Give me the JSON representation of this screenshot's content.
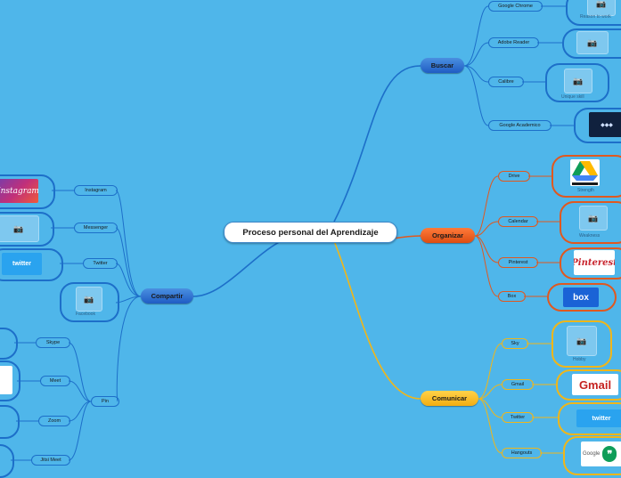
{
  "central": "Proceso personal del Aprendizaje",
  "colors": {
    "background": "#4fb6ea",
    "blue": "#1d6fc9",
    "orange": "#e0581f",
    "yellow": "#f0b619"
  },
  "branches": {
    "buscar": {
      "label": "Buscar",
      "items": [
        {
          "label": "Google Chrome",
          "caption": "Reason to work"
        },
        {
          "label": "Adobe Reader",
          "caption": ""
        },
        {
          "label": "Calibre",
          "caption": "Unique skill"
        },
        {
          "label": "Google Academico",
          "caption": ""
        }
      ]
    },
    "organizar": {
      "label": "Organizar",
      "items": [
        {
          "label": "Drive",
          "caption": "Strength",
          "logo_text": "Google Drive"
        },
        {
          "label": "Calendar",
          "caption": "Weakness"
        },
        {
          "label": "Pinterest",
          "caption": "",
          "logo_text": "Pinterest"
        },
        {
          "label": "Box",
          "caption": "",
          "logo_text": "box"
        }
      ]
    },
    "comunicar": {
      "label": "Comunicar",
      "items": [
        {
          "label": "Sky",
          "caption": "Hobby"
        },
        {
          "label": "Gmail",
          "caption": "",
          "logo_text": "Gmail"
        },
        {
          "label": "Twitter",
          "caption": "",
          "logo_text": "twitter"
        },
        {
          "label": "Hangouts",
          "caption": "",
          "logo_text": "Google"
        }
      ]
    },
    "compartir": {
      "label": "Compartir",
      "items": [
        {
          "label": "Instagram",
          "caption": "",
          "logo_text": "Instagram"
        },
        {
          "label": "Messenger",
          "caption": ""
        },
        {
          "label": "Twitter",
          "caption": "",
          "logo_text": "twitter"
        },
        {
          "label": "Facebook",
          "caption": "Facebook"
        }
      ],
      "pin": {
        "label": "Pin",
        "items": [
          {
            "label": "Skype"
          },
          {
            "label": "Meet"
          },
          {
            "label": "Zoom"
          },
          {
            "label": "Jitsi Meet"
          }
        ]
      }
    }
  }
}
